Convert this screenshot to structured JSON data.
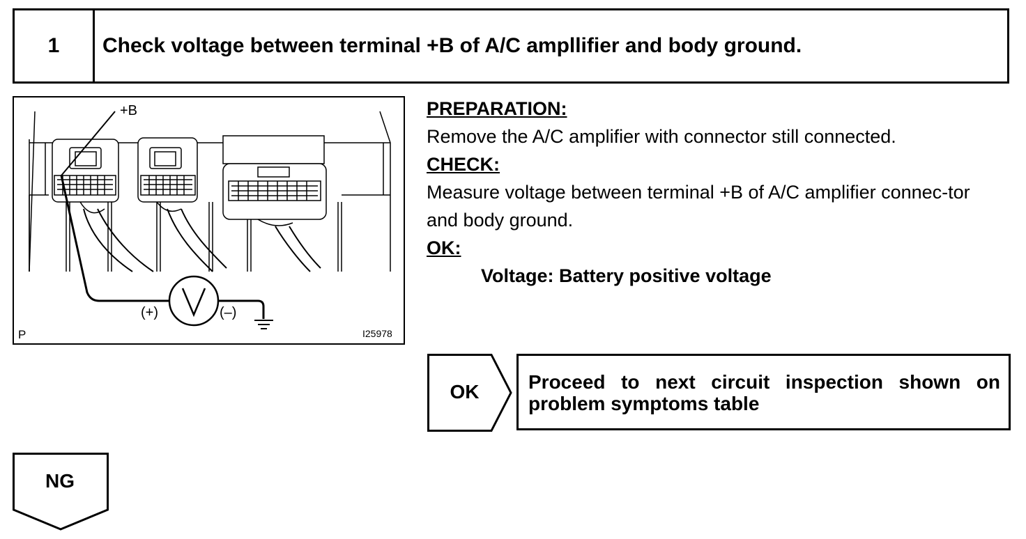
{
  "step": {
    "number": "1",
    "title": "Check voltage between terminal +B of A/C ampllifier and body ground."
  },
  "diagram": {
    "terminal_label": "+B",
    "plus_label": "(+)",
    "minus_label": "(–)",
    "voltmeter_symbol": "V",
    "corner_label": "P",
    "figure_id": "I25978",
    "icons": [
      "voltmeter-icon",
      "ground-icon",
      "connector-icon"
    ]
  },
  "instructions": {
    "preparation_heading": "PREPARATION:",
    "preparation_text": "Remove the A/C amplifier with connector still connected.",
    "check_heading": "CHECK:",
    "check_text": "Measure voltage between terminal +B of A/C amplifier connec-tor and body ground.",
    "ok_heading": "OK:",
    "ok_spec": "Voltage: Battery positive voltage"
  },
  "results": {
    "ok_label": "OK",
    "ok_action": "Proceed to next circuit inspection shown on problem symptoms table",
    "ng_label": "NG"
  }
}
